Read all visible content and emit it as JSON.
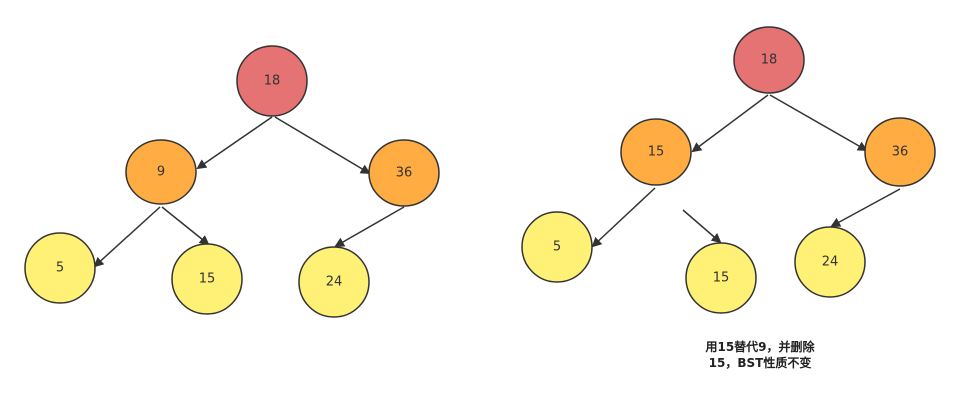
{
  "colors": {
    "root_fill": "#e57373",
    "internal_fill": "#ffad42",
    "leaf_fill": "#fff176",
    "stroke": "#333333",
    "edge": "#333333"
  },
  "left_tree": {
    "nodes": [
      {
        "id": "l-root",
        "label": "18",
        "kind": "root"
      },
      {
        "id": "l-9",
        "label": "9",
        "kind": "internal"
      },
      {
        "id": "l-36",
        "label": "36",
        "kind": "internal"
      },
      {
        "id": "l-5",
        "label": "5",
        "kind": "leaf"
      },
      {
        "id": "l-15",
        "label": "15",
        "kind": "leaf"
      },
      {
        "id": "l-24",
        "label": "24",
        "kind": "leaf"
      }
    ]
  },
  "right_tree": {
    "nodes": [
      {
        "id": "r-root",
        "label": "18",
        "kind": "root"
      },
      {
        "id": "r-15",
        "label": "15",
        "kind": "internal"
      },
      {
        "id": "r-36",
        "label": "36",
        "kind": "internal"
      },
      {
        "id": "r-5",
        "label": "5",
        "kind": "leaf"
      },
      {
        "id": "r-15-removed",
        "label": "15",
        "kind": "leaf"
      },
      {
        "id": "r-24",
        "label": "24",
        "kind": "leaf"
      }
    ]
  },
  "caption": {
    "line1": "用15替代9，并删除",
    "line2": "15，BST性质不变"
  }
}
